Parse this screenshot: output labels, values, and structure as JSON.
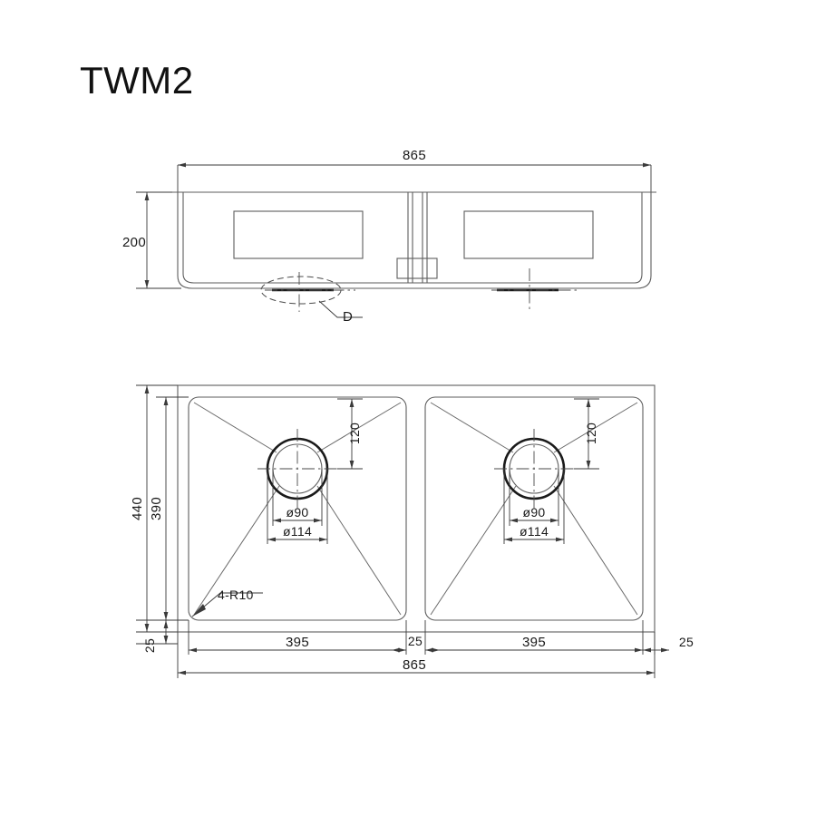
{
  "drawing": {
    "title": "TWM2",
    "product": "double-bowl-sink",
    "units": "mm",
    "line_color": "#5e5e5e",
    "text_color": "#1a1a1a",
    "background": "#ffffff"
  },
  "elevation_view": {
    "name": "front-elevation",
    "overall_width": "865",
    "overall_height": "200",
    "detail_callout": "D"
  },
  "plan_view": {
    "name": "top-plan",
    "overall_width": "865",
    "overall_depth": "440",
    "bowl_depth": "390",
    "corner_radius_note": "4-R10",
    "rim_left": "25",
    "rim_right": "25",
    "rim_bottom": "25",
    "divider_width": "25",
    "bowl_left_width": "395",
    "bowl_right_width": "395",
    "left_bowl": {
      "name": "left-bowl",
      "drain_inner_diameter": "ø90",
      "drain_outer_diameter": "ø114",
      "drain_offset_from_top": "120"
    },
    "right_bowl": {
      "name": "right-bowl",
      "drain_inner_diameter": "ø90",
      "drain_outer_diameter": "ø114",
      "drain_offset_from_top": "120"
    }
  }
}
